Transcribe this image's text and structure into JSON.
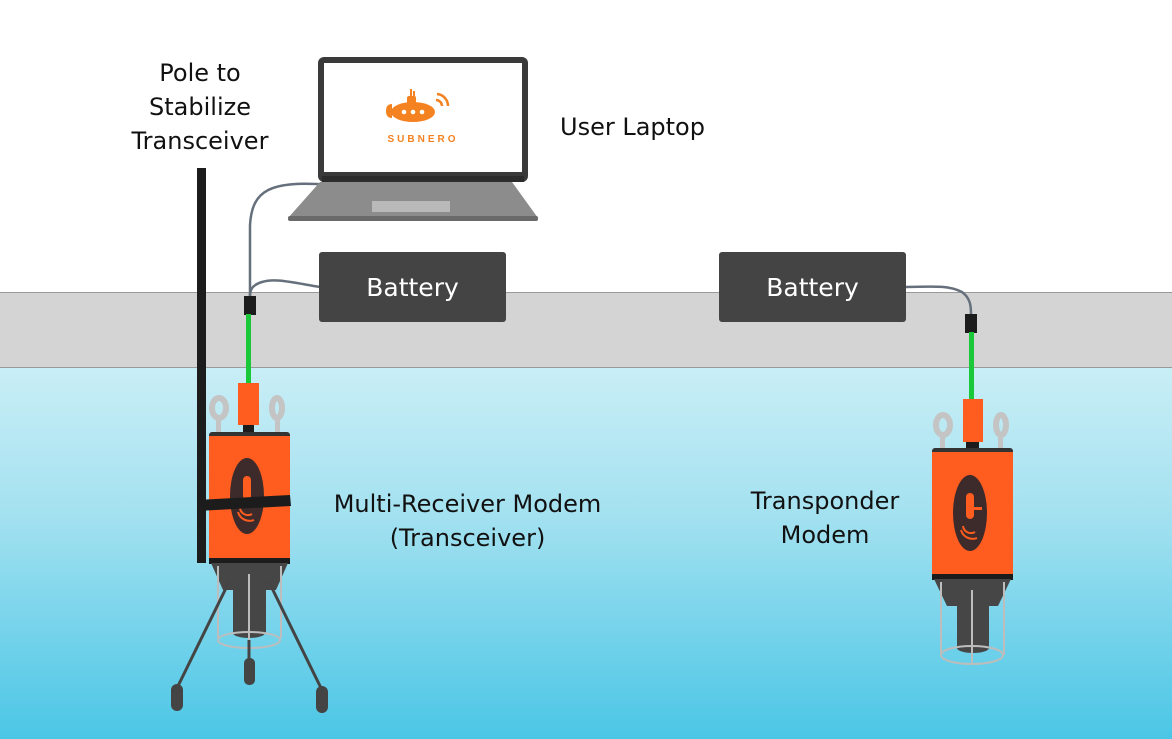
{
  "labels": {
    "pole": [
      "Pole to",
      "Stabilize",
      "Transceiver"
    ],
    "laptop": "User Laptop",
    "transceiver": [
      "Multi-Receiver Modem",
      "(Transceiver)"
    ],
    "transponder": [
      "Transponder",
      "Modem"
    ]
  },
  "laptop_screen": {
    "brand": "SUBNERO",
    "logo": "submarine-logo"
  },
  "batteries": [
    {
      "label": "Battery"
    },
    {
      "label": "Battery"
    }
  ],
  "colors": {
    "brand_orange": "#ff5c1f",
    "cable_green": "#19c93a",
    "battery_fill": "#444444",
    "ground": "#d4d4d4",
    "water_top": "#c9eef6",
    "water_bottom": "#4bc6e6"
  }
}
